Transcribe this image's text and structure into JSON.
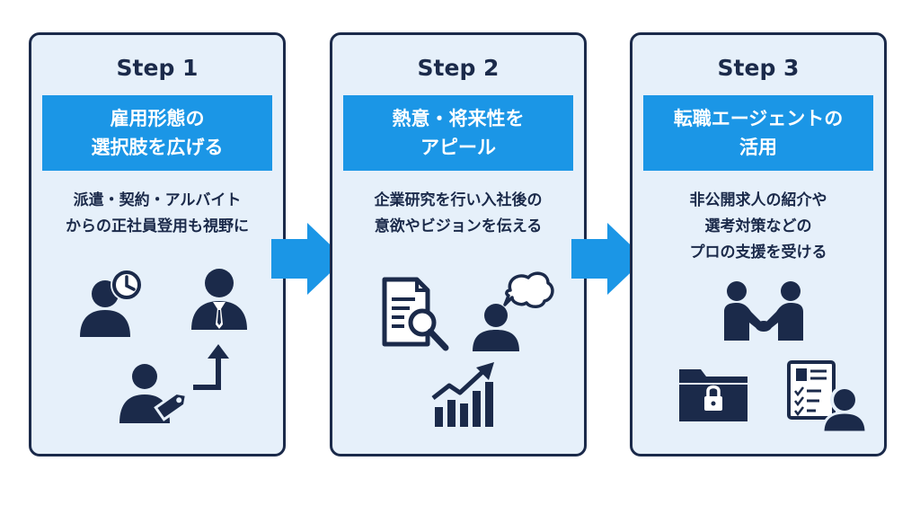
{
  "steps": [
    {
      "title": "Step 1",
      "banner": [
        "雇用形態の",
        "選択肢を広げる"
      ],
      "description": [
        "派遣・契約・アルバイト",
        "からの正社員登用も視野に"
      ],
      "icons": [
        "person-clock-icon",
        "businessman-icon",
        "person-tag-icon",
        "up-arrow-icon"
      ]
    },
    {
      "title": "Step 2",
      "banner": [
        "熱意・将来性を",
        "アピール"
      ],
      "description": [
        "企業研究を行い入社後の",
        "意欲やビジョンを伝える"
      ],
      "icons": [
        "document-search-icon",
        "person-speech-bubble-icon",
        "growth-chart-icon"
      ]
    },
    {
      "title": "Step 3",
      "banner": [
        "転職エージェントの",
        "活用"
      ],
      "description": [
        "非公開求人の紹介や",
        "選考対策などの",
        "プロの支援を受ける"
      ],
      "icons": [
        "handshake-icon",
        "locked-folder-icon",
        "profile-checklist-icon"
      ]
    }
  ],
  "colors": {
    "navy": "#1b2a4a",
    "accent_blue": "#1b96e6",
    "card_background": "#e6f0fa"
  }
}
